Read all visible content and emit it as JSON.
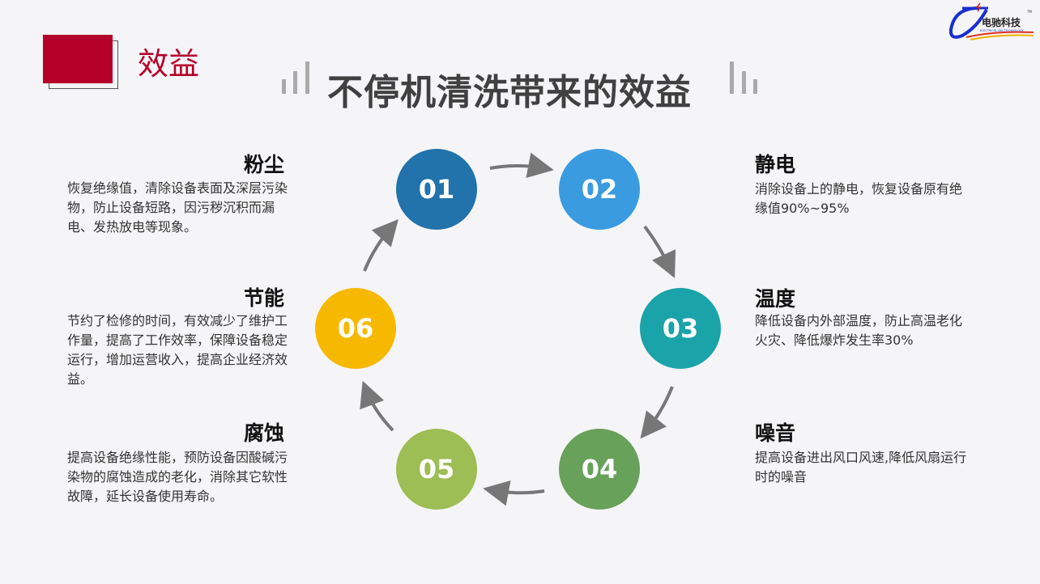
{
  "header": {
    "section_title": "效益",
    "main_title": "不停机清洗带来的效益"
  },
  "logo": {
    "name": "电驰科技",
    "subtitle": "ELECTRICAL DIX TECHNOLOGY",
    "tm": "TM"
  },
  "steps": [
    {
      "num": "01",
      "title": "粉尘",
      "text": "恢复绝缘值，清除设备表面及深层污染物，防止设备短路，因污秽沉积而漏电、发热放电等现象。",
      "color": "#2272ab"
    },
    {
      "num": "02",
      "title": "静电",
      "text": "消除设备上的静电，恢复设备原有绝缘值90%~95%",
      "color": "#3a9be0"
    },
    {
      "num": "03",
      "title": "温度",
      "text": "降低设备内外部温度，防止高温老化火灾、降低爆炸发生率30%",
      "color": "#1aa3a9"
    },
    {
      "num": "04",
      "title": "噪音",
      "text": "提高设备进出风口风速,降低风扇运行时的噪音",
      "color": "#68a15a"
    },
    {
      "num": "05",
      "title": "腐蚀",
      "text": "提高设备绝缘性能，预防设备因酸碱污染物的腐蚀造成的老化，消除其它软性故障，延长设备使用寿命。",
      "color": "#9dbd55"
    },
    {
      "num": "06",
      "title": "节能",
      "text": "节约了检修的时间，有效减少了维护工作量，提高了工作效率，保障设备稳定运行，增加运营收入，提高企业经济效益。",
      "color": "#f7b900"
    }
  ]
}
